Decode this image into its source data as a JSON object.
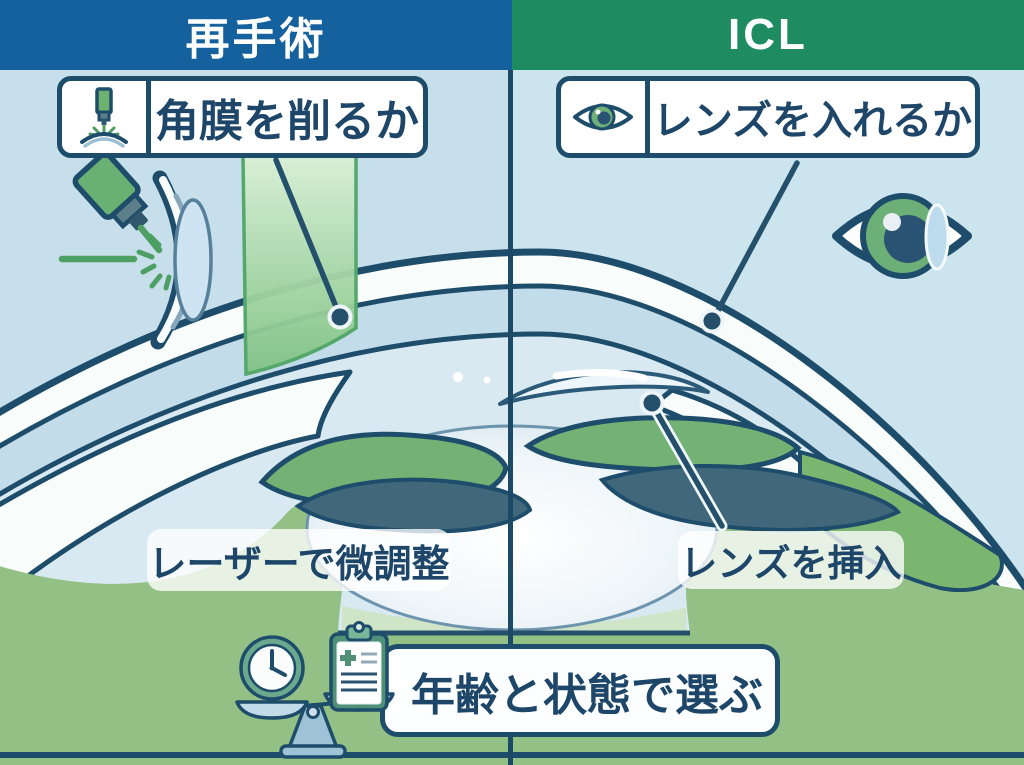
{
  "header": {
    "left": {
      "title": "再手術"
    },
    "right": {
      "title": "ICL"
    }
  },
  "left_panel": {
    "question": "角膜を削るか",
    "question_icon": "laser-cornea-icon",
    "annotation": "レーザーで微調整"
  },
  "right_panel": {
    "question": "レンズを入れるか",
    "question_icon": "eye-icon",
    "annotation": "レンズを挿入"
  },
  "footer": {
    "label": "年齢と状態で選ぶ",
    "icons": [
      "balance-scale-icon",
      "clock-icon",
      "clipboard-icon"
    ]
  },
  "colors": {
    "header_left_bg": "#15619e",
    "header_right_bg": "#1f8b60",
    "panel_left_bg": "#c6dfeb",
    "panel_right_bg": "#cbe4ed",
    "outline_navy": "#1e4d6b",
    "text_navy": "#1d4669",
    "interior_green": "#93c185",
    "laser_green": "#4d9f63",
    "iris_green": "#73b274",
    "iris_slate": "#41677a",
    "cornea_blue": "#c3dcea",
    "chamber_blue": "#d8e9f2"
  }
}
